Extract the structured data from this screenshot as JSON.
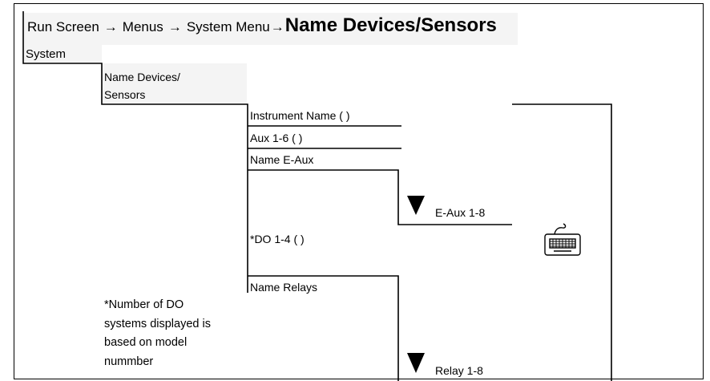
{
  "breadcrumb": {
    "run_screen": "Run Screen",
    "menus": "Menus",
    "system_menu": "System Menu",
    "current": "Name Devices/Sensors",
    "separator": "→"
  },
  "nodes": {
    "system": "System",
    "name_devices_line1": "Name Devices/",
    "name_devices_line2": "Sensors",
    "instrument_name": "Instrument Name ( )",
    "aux_1_6": "Aux 1-6 ( )",
    "name_e_aux": "Name E-Aux",
    "do_1_4": "*DO 1-4 ( )",
    "name_relays": "Name Relays",
    "e_aux_1_8": "E-Aux 1-8",
    "relay_1_8": "Relay 1-8"
  },
  "note": {
    "line1": "*Number of DO",
    "line2": "systems displayed is",
    "line3": "based on model",
    "line4": "nummber"
  },
  "icons": {
    "keyboard": "keyboard-icon",
    "arrow": "triangle-down-icon"
  }
}
